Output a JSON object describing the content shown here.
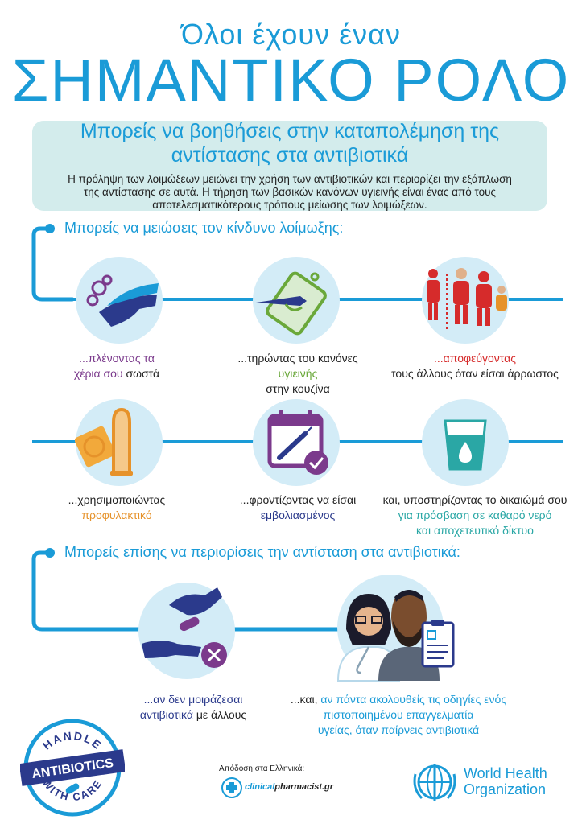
{
  "header": {
    "kicker": "Όλοι έχουν έναν",
    "headline": "ΣΗΜΑΝΤΙΚΟ ΡΟΛΟ",
    "subtitle_1": "Μπορείς να βοηθήσεις στην καταπολέμηση της",
    "subtitle_2": "αντίστασης στα αντιβιοτικά",
    "intro_1": "Η πρόληψη των λοιμώξεων μειώνει την χρήση των αντιβιοτικών και περιορίζει την εξάπλωση",
    "intro_2": "της αντίστασης σε αυτά. Η τήρηση των βασικών κανόνων υγιεινής είναι ένας από τους",
    "intro_3": "αποτελεσματικότερους τρόπους μείωσης των λοιμώξεων."
  },
  "section1": {
    "title": "Μπορείς να μειώσεις τον κίνδυνο λοίμωξης:",
    "items": [
      {
        "pre": "...πλένοντας τα",
        "hl": "χέρια σου",
        "post": " σωστά",
        "icon": "hand-washing-icon"
      },
      {
        "pre": "...τηρώντας του κανόνες",
        "hl": "υγιεινής",
        "post": "στην κουζίνα",
        "icon": "kitchen-hygiene-icon"
      },
      {
        "pre": "",
        "hl": "...αποφεύγοντας",
        "post": "τους άλλους όταν είσαι άρρωστος",
        "icon": "avoid-others-icon"
      },
      {
        "pre": "...χρησιμοποιώντας",
        "hl": "προφυλακτικό",
        "post": "",
        "icon": "condom-icon"
      },
      {
        "pre": "...φροντίζοντας να είσαι",
        "hl": "εμβολιασμένος",
        "post": "",
        "icon": "vaccine-calendar-icon"
      },
      {
        "pre": "και, υποστηρίζοντας το δικαιώμά σου",
        "hl1": "για πρόσβαση σε καθαρό νερό",
        "hl2": "και αποχετευτικό δίκτυο",
        "icon": "clean-water-icon"
      }
    ]
  },
  "section2": {
    "title": "Μπορείς επίσης να περιορίσεις την αντίσταση στα αντιβιοτικά:",
    "items": [
      {
        "hl1": "...αν δεν μοιράζεσαι",
        "hl2": "αντιβιοτικά",
        "post": " με άλλους",
        "icon": "no-sharing-pills-icon"
      },
      {
        "pre": "...και, ",
        "hl1": "αν πάντα ακολουθείς τις οδηγίες ενός",
        "hl2": "πιστοποιημένου επαγγελματία",
        "hl3": "υγείας, όταν παίρνεις αντιβιοτικά",
        "icon": "health-professionals-icon"
      }
    ]
  },
  "footer": {
    "badge_top": "HANDLE",
    "badge_mid": "ANTIBIOTICS",
    "badge_bottom": "WITH CARE",
    "credit_label": "Απόδοση στα  Ελληνικά:",
    "credit_site_1": "clinical",
    "credit_site_2": "pharmacist.gr",
    "who_1": "World Health",
    "who_2": "Organization"
  },
  "colors": {
    "primary": "#1a9bd7",
    "purple": "#7b3a8c",
    "green": "#6aa83a",
    "red": "#d62b2b",
    "orange": "#e6922a",
    "teal": "#2aa7a5",
    "navy": "#2b3a8c",
    "circle_bg": "#d3ecf7"
  }
}
